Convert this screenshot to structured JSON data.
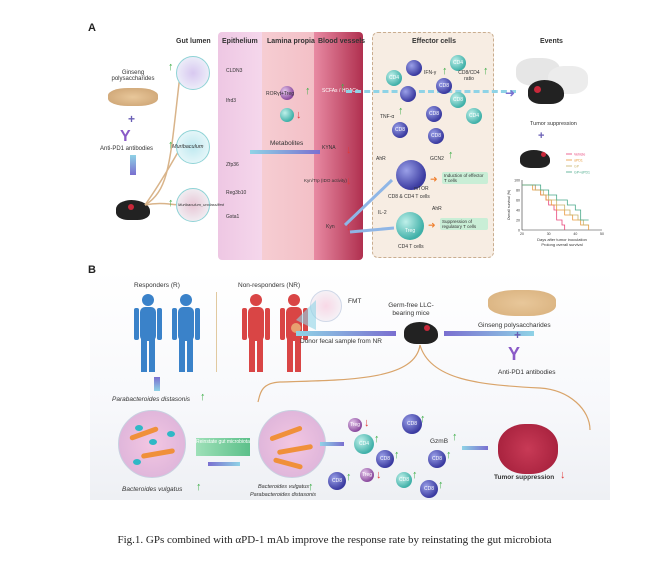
{
  "panel_a": {
    "label": "A",
    "headers": {
      "gut_lumen": "Gut lumen",
      "epithelium": "Epithelium",
      "lamina_propia": "Lamina propia",
      "blood_vessels": "Blood vessels",
      "effector_cells": "Effector cells",
      "events": "Events"
    },
    "inputs": {
      "ginseng": "Ginseng polysaccharides",
      "plus": "+",
      "anti_pd1": "Anti-PD1 antibodies"
    },
    "gut_bacteria": [
      {
        "label": "",
        "trend": "up"
      },
      {
        "label": "Muribaculum",
        "trend": "up"
      },
      {
        "label": "Muribaculum_unclassified",
        "trend": "up"
      }
    ],
    "epithelium_genes": [
      "CLDN3",
      "Ifrd3",
      "",
      "Zfp36",
      "Reg3b10",
      "Gsta1"
    ],
    "lamina_propia": {
      "cells": [
        {
          "label": "RORγt+Treg",
          "trend": "up"
        },
        {
          "label": "Treg",
          "trend": "down"
        }
      ],
      "metabolites": "Metabolites"
    },
    "blood_vessels": [
      {
        "label": "SCFAs / HDACs",
        "trend": "up"
      },
      {
        "label": "KYNA",
        "trend": "down"
      },
      {
        "label": "Kyn/Trp (IDO activity)",
        "trend": "down"
      },
      {
        "label": "Kyn",
        "trend": "down"
      }
    ],
    "effector": {
      "cells": [
        "CD4",
        "CD8",
        "CD4",
        "CD8",
        "CD8",
        "CD8",
        "CD4",
        "CD8",
        "CD8"
      ],
      "ifn": "IFN-γ",
      "tnf": "TNF-α",
      "ratio": "CD8/CD4 ratio",
      "ahr": "AhR",
      "gcn2": "GCN2",
      "mtor": "mTOR",
      "cd8_cd4_label": "CD8 & CD4 T cells",
      "induction": "Induction of effector T cells",
      "il2": "IL-2",
      "ahr2": "AhR",
      "treg": "Treg",
      "cd4_label": "CD4 T cells",
      "suppression": "Suppression of regulatory T cells"
    },
    "events": {
      "tumor_suppression": "Tumor suppression",
      "plus": "+"
    }
  },
  "chart_data": {
    "type": "line",
    "title": "",
    "xlabel": "Days after tumor inoculation",
    "ylabel": "Overall survival (%)",
    "subtitle": "Prolong overall survival",
    "xlim": [
      20,
      50
    ],
    "ylim": [
      0,
      100
    ],
    "xticks": [
      20,
      30,
      40,
      50
    ],
    "yticks": [
      0,
      20,
      40,
      60,
      80,
      100
    ],
    "legend": [
      "Vehicle",
      "αPD1",
      "GP",
      "GP+αPD1"
    ],
    "legend_position": "top-right",
    "series": [
      {
        "name": "Vehicle",
        "color": "#e8457a",
        "x": [
          20,
          23,
          25,
          27,
          29,
          30,
          32,
          33,
          35,
          36
        ],
        "y": [
          90,
          90,
          80,
          70,
          60,
          50,
          40,
          20,
          10,
          0
        ]
      },
      {
        "name": "αPD1",
        "color": "#e89a3c",
        "x": [
          20,
          24,
          27,
          29,
          31,
          33,
          36,
          39,
          42,
          45
        ],
        "y": [
          90,
          80,
          70,
          60,
          50,
          40,
          30,
          20,
          10,
          0
        ]
      },
      {
        "name": "GP",
        "color": "#c9b36a",
        "x": [
          20,
          25,
          28,
          30,
          33,
          36,
          38,
          41,
          43,
          45
        ],
        "y": [
          90,
          80,
          70,
          60,
          50,
          40,
          30,
          20,
          10,
          10
        ]
      },
      {
        "name": "GP+αPD1",
        "color": "#4aa98a",
        "x": [
          20,
          24,
          27,
          30,
          33,
          37,
          40,
          42,
          45
        ],
        "y": [
          90,
          90,
          80,
          70,
          60,
          50,
          40,
          20,
          20
        ]
      }
    ]
  },
  "panel_b": {
    "label": "B",
    "responders": "Responders (R)",
    "non_responders": "Non-responders (NR)",
    "fmt": "FMT",
    "germ_free": "Germ-free LLC-bearing mice",
    "donor": "Donor fecal sample from NR",
    "ginseng": "Ginseng polysaccharides",
    "plus": "+",
    "anti_pd1": "Anti-PD1 antibodies",
    "parabacteroides": "Parabacteroides distasonis",
    "bacteroides": "Bacteroides vulgatus",
    "reinstate": "Reinstate gut microbiota",
    "bact_pair_1": "Bacteroides vulgatus",
    "bact_pair_2": "Parabacteroides distasonis",
    "cells": [
      {
        "label": "Treg",
        "trend": "down"
      },
      {
        "label": "CD4",
        "trend": "up"
      },
      {
        "label": "CD8",
        "trend": "up"
      },
      {
        "label": "Treg",
        "trend": "down"
      },
      {
        "label": "CD8",
        "trend": "up"
      },
      {
        "label": "CD8",
        "trend": "up"
      },
      {
        "label": "CD8",
        "trend": "up"
      },
      {
        "label": "CD8",
        "trend": "up"
      },
      {
        "label": "CD8",
        "trend": "up"
      }
    ],
    "gzmb": "GzmB",
    "tumor_suppression": "Tumor suppression"
  },
  "caption": "Fig.1. GPs combined with αPD-1 mAb improve the response rate by reinstating the gut microbiota"
}
